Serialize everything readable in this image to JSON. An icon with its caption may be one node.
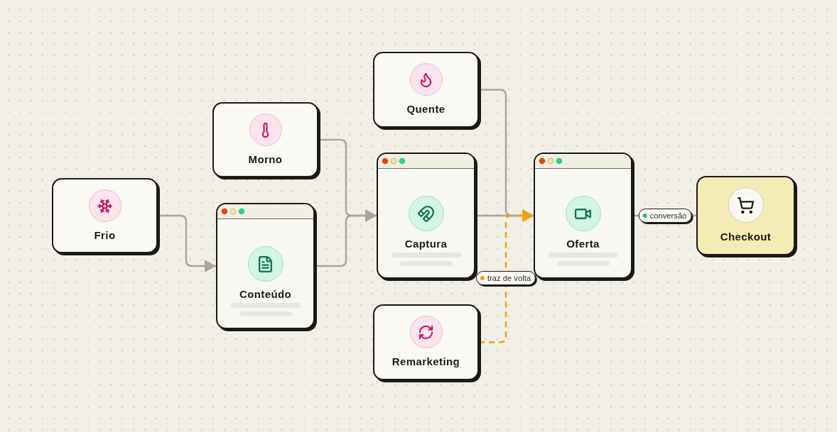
{
  "diagram": {
    "nodes": [
      {
        "text": [
          "Frio"
        ]
      },
      {
        "text": [
          "Morno"
        ]
      },
      {
        "text": [
          "Conteúdo"
        ]
      },
      {
        "text": [
          "Quente"
        ]
      },
      {
        "text": [
          "Captura"
        ]
      },
      {
        "text": [
          "Oferta"
        ]
      },
      {
        "text": [
          "Checkout"
        ]
      },
      {
        "text": [
          "Remarketing"
        ]
      }
    ],
    "edges": [
      {
        "from": 0,
        "to": 2,
        "arrow": "to"
      },
      {
        "from": 1,
        "to": 4,
        "arrow": "to"
      },
      {
        "from": 2,
        "to": 4,
        "arrow": "to"
      },
      {
        "from": 4,
        "to": 5,
        "arrow": "to"
      },
      {
        "from": 3,
        "to": 5,
        "arrow": "to"
      },
      {
        "from": 7,
        "to": 5,
        "arrow": "to",
        "label": "traz de volta",
        "style": "dashed",
        "color": "#f5a00f"
      },
      {
        "from": 5,
        "to": 6,
        "arrow": "none",
        "label": "conversão"
      }
    ]
  }
}
